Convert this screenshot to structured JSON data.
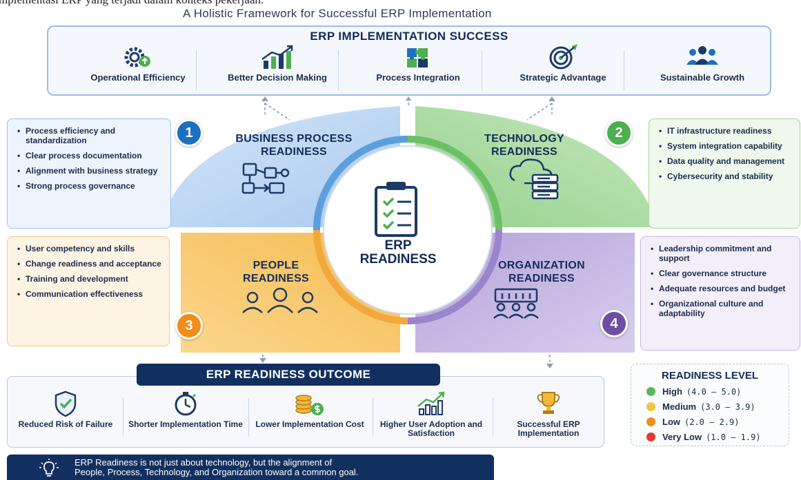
{
  "caption_clipped": "mplementasi ERP yang terjadi dalam konteks pekerjaan.",
  "subtitle": "A Holistic Framework for Successful ERP Implementation",
  "success": {
    "title": "ERP IMPLEMENTATION SUCCESS",
    "items": [
      {
        "label": "Operational Efficiency",
        "icon": "gear-arrow-icon"
      },
      {
        "label": "Better Decision Making",
        "icon": "bar-chart-icon"
      },
      {
        "label": "Process Integration",
        "icon": "puzzle-icon"
      },
      {
        "label": "Strategic Advantage",
        "icon": "target-icon"
      },
      {
        "label": "Sustainable Growth",
        "icon": "people-group-icon"
      }
    ]
  },
  "quadrants": {
    "business": {
      "number": "1",
      "title_l1": "BUSINESS PROCESS",
      "title_l2": "READINESS",
      "color": "#bcd6f2",
      "badge": "#1f6fc0",
      "bullets": [
        "Process efficiency and standardization",
        "Clear process documentation",
        "Alignment with business strategy",
        "Strong process governance"
      ]
    },
    "technology": {
      "number": "2",
      "title_l1": "TECHNOLOGY",
      "title_l2": "READINESS",
      "color": "#a9dba2",
      "badge": "#4caf50",
      "bullets": [
        "IT infrastructure readiness",
        "System integration capability",
        "Data quality and management",
        "Cybersecurity and stability"
      ]
    },
    "people": {
      "number": "3",
      "title_l1": "PEOPLE",
      "title_l2": "READINESS",
      "color": "#f9c86d",
      "badge": "#f28c1a",
      "bullets": [
        "User competency and skills",
        "Change readiness and acceptance",
        "Training and development",
        "Communication effectiveness"
      ]
    },
    "organization": {
      "number": "4",
      "title_l1": "ORGANIZATION",
      "title_l2": "READINESS",
      "color": "#c6b8e4",
      "badge": "#6a4fa3",
      "bullets": [
        "Leadership commitment and support",
        "Clear governance structure",
        "Adequate resources and budget",
        "Organizational culture and adaptability"
      ]
    }
  },
  "center": {
    "line1": "ERP",
    "line2": "READINESS"
  },
  "outcome": {
    "title": "ERP READINESS OUTCOME",
    "items": [
      {
        "label": "Reduced Risk of Failure",
        "icon": "shield-check-icon"
      },
      {
        "label": "Shorter Implementation Time",
        "icon": "stopwatch-icon"
      },
      {
        "label": "Lower Implementation Cost",
        "icon": "coins-icon"
      },
      {
        "label": "Higher User Adoption and Satisfaction",
        "icon": "growth-chart-icon"
      },
      {
        "label": "Successful ERP Implementation",
        "icon": "trophy-icon"
      }
    ]
  },
  "levels": {
    "title": "READINESS LEVEL",
    "items": [
      {
        "name": "High",
        "range": "(4.0 – 5.0)",
        "color": "#5cb85c"
      },
      {
        "name": "Medium",
        "range": "(3.0 – 3.9)",
        "color": "#f5c242"
      },
      {
        "name": "Low",
        "range": "(2.0 – 2.9)",
        "color": "#f28c1a"
      },
      {
        "name": "Very Low",
        "range": "(1.0 – 1.9)",
        "color": "#e53935"
      }
    ]
  },
  "note": {
    "line1": "ERP Readiness is not just about technology, but the alignment of",
    "line2": "People, Process, Technology, and Organization toward a common goal."
  }
}
